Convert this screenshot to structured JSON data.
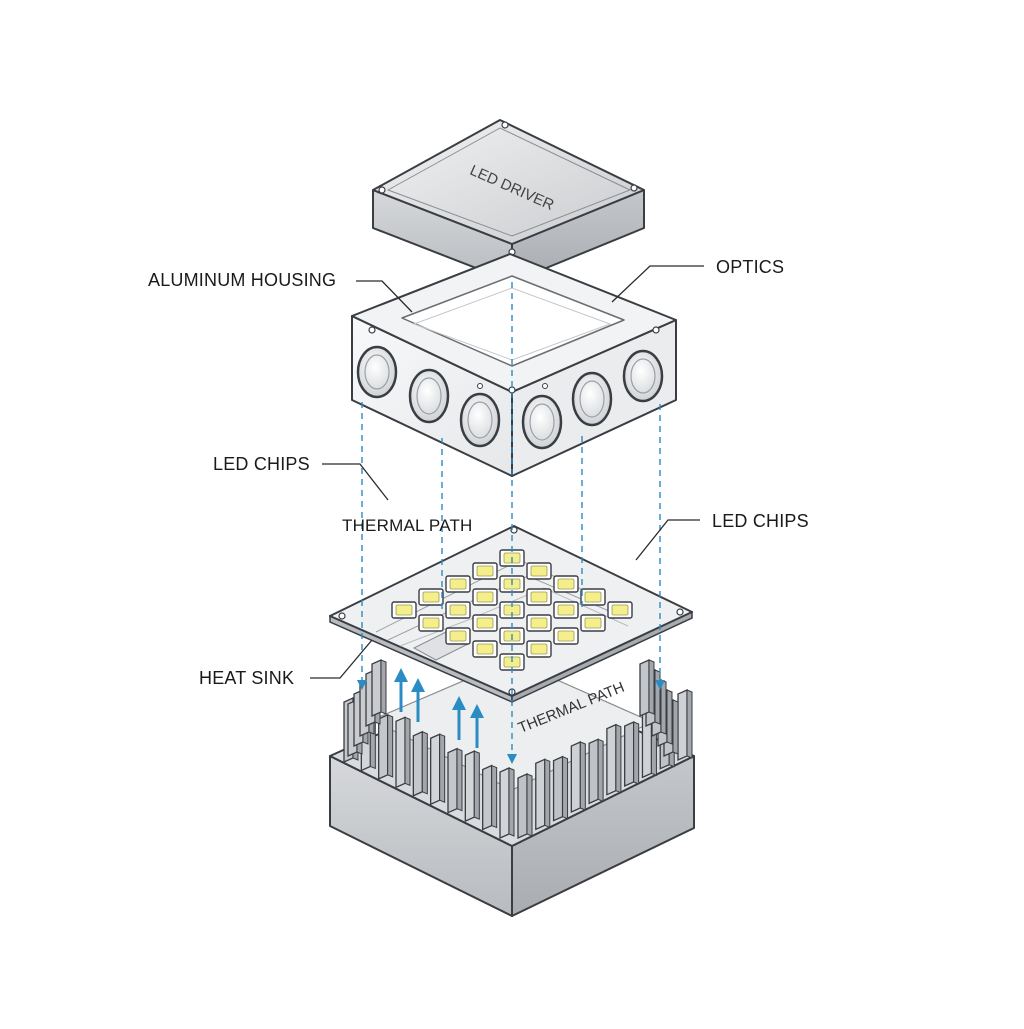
{
  "labels": {
    "led_driver": "LED DRIVER",
    "aluminum_housing": "ALUMINUM HOUSING",
    "optics": "OPTICS",
    "led_chips_left": "LED CHIPS",
    "thermal_path_top": "THERMAL PATH",
    "led_chips_right": "LED CHIPS",
    "heat_sink": "HEAT SINK",
    "thermal_path_plate": "THERMAL PATH"
  },
  "colors": {
    "outline": "#3a3d42",
    "metal_light": "#e6e7e9",
    "metal_mid": "#cfd1d4",
    "metal_dark": "#b4b7bb",
    "led_yellow": "#f4ef8a",
    "accent_blue": "#2b8cc4"
  }
}
